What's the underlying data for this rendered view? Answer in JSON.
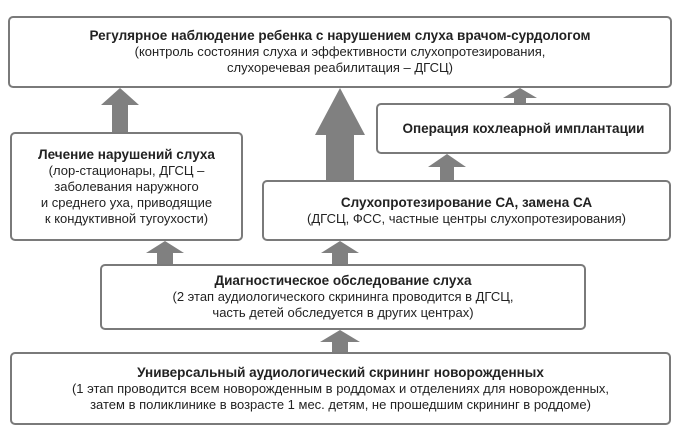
{
  "boxes": {
    "monitoring": {
      "title": "Регулярное наблюдение ребенка с нарушением слуха врачом-сурдологом",
      "lines": [
        "(контроль состояния слуха и эффективности слухопротезирования,",
        "слухоречевая реабилитация – ДГСЦ)"
      ]
    },
    "treatment": {
      "title": "Лечение нарушений слуха",
      "lines": [
        "(лор-стационары, ДГСЦ –",
        "заболевания наружного",
        "и среднего уха, приводящие",
        "к кондуктивной тугоухости)"
      ]
    },
    "implant": {
      "title": "Операция кохлеарной имплантации"
    },
    "hearing_aid": {
      "title": "Слухопротезирование СА, замена СА",
      "lines": [
        "(ДГСЦ, ФСС, частные центры слухопротезирования)"
      ]
    },
    "diagnostics": {
      "title": "Диагностическое обследование слуха",
      "lines": [
        "(2 этап аудиологического скрининга проводится в ДГСЦ,",
        "часть детей обследуется в других центрах)"
      ]
    },
    "screening": {
      "title": "Универсальный аудиологический скрининг новорожденных",
      "lines": [
        "(1 этап проводится всем новорожденным в роддомах и отделениях для новорожденных,",
        "затем в поликлинике в возрасте 1 мес. детям, не прошедшим скрининг в роддоме)"
      ]
    }
  },
  "colors": {
    "arrow": "#808080",
    "border": "#7a7a7a"
  }
}
